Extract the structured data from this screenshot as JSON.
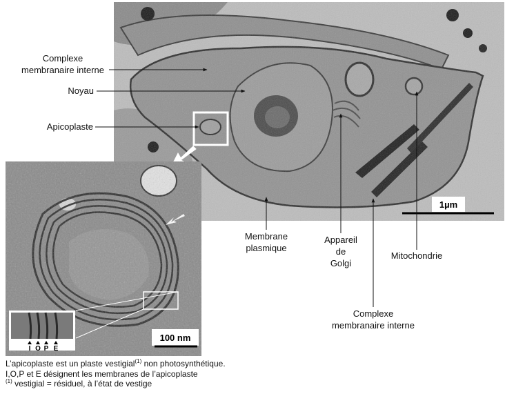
{
  "labels": {
    "complexe_top_line1": "Complexe",
    "complexe_top_line2": "membranaire interne",
    "noyau": "Noyau",
    "apicoplaste": "Apicoplaste",
    "membrane_line1": "Membrane",
    "membrane_line2": "plasmique",
    "appareil_line1": "Appareil",
    "appareil_line2": "de",
    "appareil_line3": "Golgi",
    "mitochondrie": "Mitochondrie",
    "complexe_bottom_line1": "Complexe",
    "complexe_bottom_line2": "membranaire interne"
  },
  "scale_bars": {
    "main": "1µm",
    "inset": "100 nm"
  },
  "membranes": [
    "I",
    "O",
    "P",
    "E"
  ],
  "caption": {
    "line1_pre": "L’apicoplaste est un plaste vestigial",
    "line1_sup": "(1)",
    "line1_post": " non photosynthétique.",
    "line2": "I,O,P et E désignent les membranes de l’apicoplaste",
    "line3_sup": "(1)",
    "line3_post": " vestigial = résiduel, à l’état de vestige"
  },
  "colors": {
    "micrograph_bg": "#bdbdbd",
    "cytoplasm": "#8d8d8d",
    "membrane": "#333333",
    "highlight_box": "#ffffff"
  }
}
